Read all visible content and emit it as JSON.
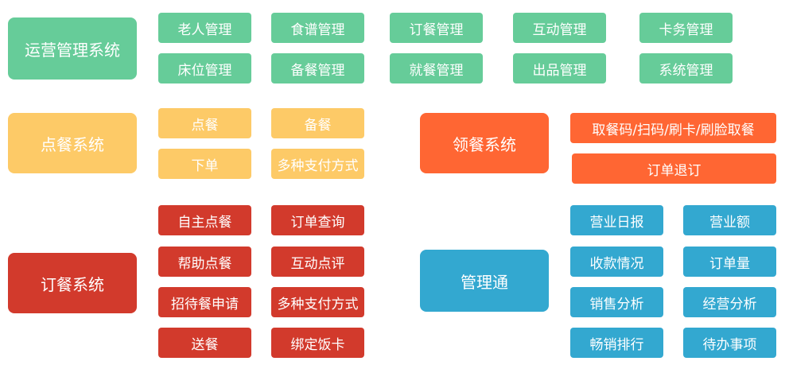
{
  "colors": {
    "green": "#66cc99",
    "yellow": "#fdca67",
    "orange": "#ff6633",
    "red": "#d23a2c",
    "blue": "#33a8d0"
  },
  "ops": {
    "title": "运营管理系统",
    "items": [
      "老人管理",
      "食谱管理",
      "订餐管理",
      "互动管理",
      "卡务管理",
      "床位管理",
      "备餐管理",
      "就餐管理",
      "出品管理",
      "系统管理"
    ]
  },
  "ordering": {
    "title": "点餐系统",
    "items": [
      "点餐",
      "备餐",
      "下单",
      "多种支付方式"
    ]
  },
  "pickup": {
    "title": "领餐系统",
    "items": [
      "取餐码/扫码/刷卡/刷脸取餐",
      "订单退订"
    ]
  },
  "booking": {
    "title": "订餐系统",
    "items": [
      "自主点餐",
      "订单查询",
      "帮助点餐",
      "互动点评",
      "招待餐申请",
      "多种支付方式",
      "送餐",
      "绑定饭卡"
    ]
  },
  "management": {
    "title": "管理通",
    "items": [
      "营业日报",
      "营业额",
      "收款情况",
      "订单量",
      "销售分析",
      "经营分析",
      "畅销排行",
      "待办事项"
    ]
  }
}
